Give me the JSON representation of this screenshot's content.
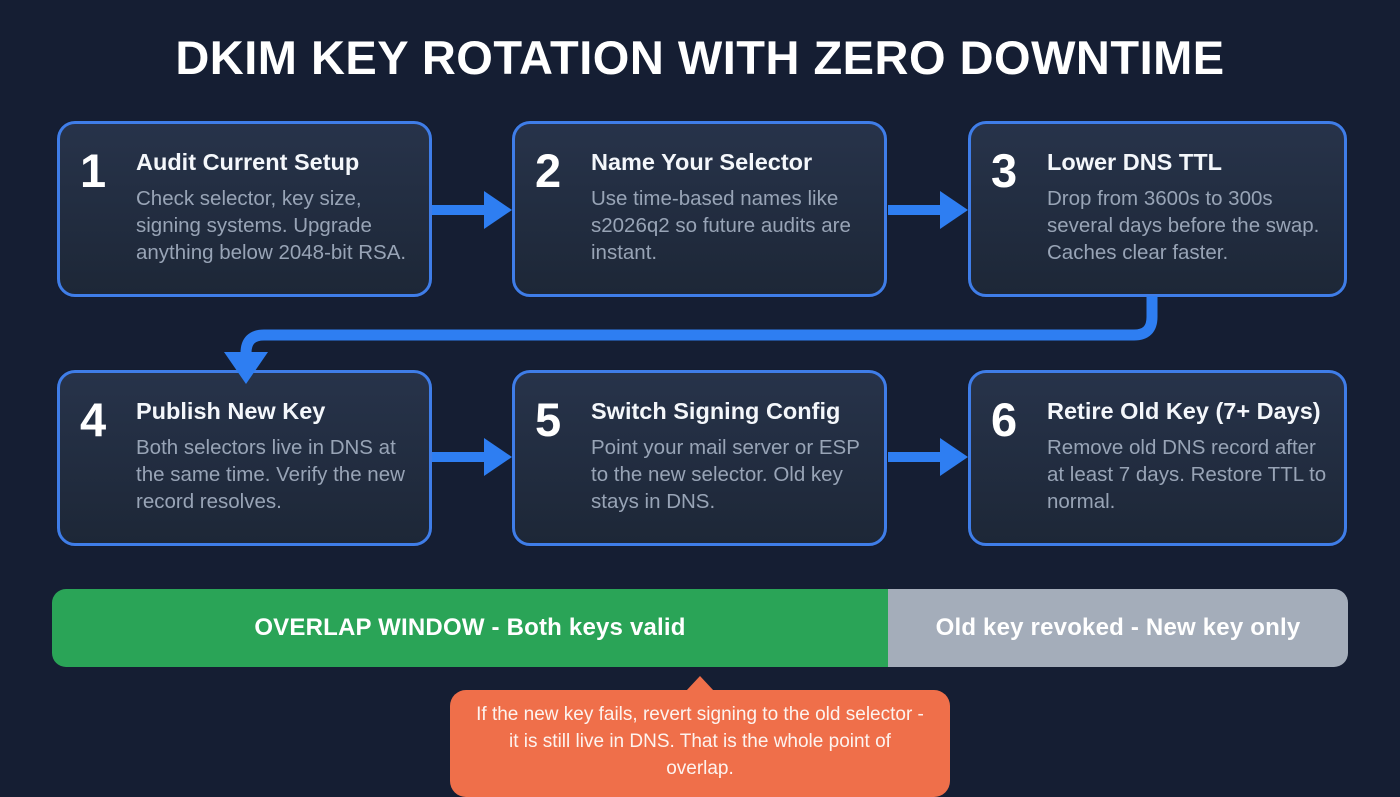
{
  "title": "DKIM KEY ROTATION WITH ZERO DOWNTIME",
  "steps": [
    {
      "number": "1",
      "title": "Audit Current Setup",
      "description": "Check selector, key size, signing systems. Upgrade anything below 2048-bit RSA."
    },
    {
      "number": "2",
      "title": "Name Your Selector",
      "description": "Use time-based names like s2026q2 so future audits are instant."
    },
    {
      "number": "3",
      "title": "Lower DNS TTL",
      "description": "Drop from 3600s to 300s several days before the swap. Caches clear faster."
    },
    {
      "number": "4",
      "title": "Publish New Key",
      "description": "Both selectors live in DNS at the same time. Verify the new record resolves."
    },
    {
      "number": "5",
      "title": "Switch Signing Config",
      "description": "Point your mail server or ESP to the new selector. Old key stays in DNS."
    },
    {
      "number": "6",
      "title": "Retire Old Key (7+ Days)",
      "description": "Remove old DNS record after at least 7 days. Restore TTL to normal."
    }
  ],
  "timeline": {
    "overlap_label": "OVERLAP WINDOW - Both keys valid",
    "revoked_label": "Old key revoked - New key only",
    "overlap_color": "#2aa457",
    "revoked_color": "#a4adba"
  },
  "callout": {
    "text": "If the new key fails, revert signing to the old selector - it is still live in DNS. That is the whole point of overlap.",
    "color": "#ef6f4a"
  },
  "colors": {
    "background": "#151e33",
    "card_background": "#212c3e",
    "card_border": "#3f7de8",
    "arrow": "#2e7ef2",
    "step_title_text": "#f4f7fb",
    "step_body_text": "#98a4b6",
    "title_text": "#ffffff"
  }
}
